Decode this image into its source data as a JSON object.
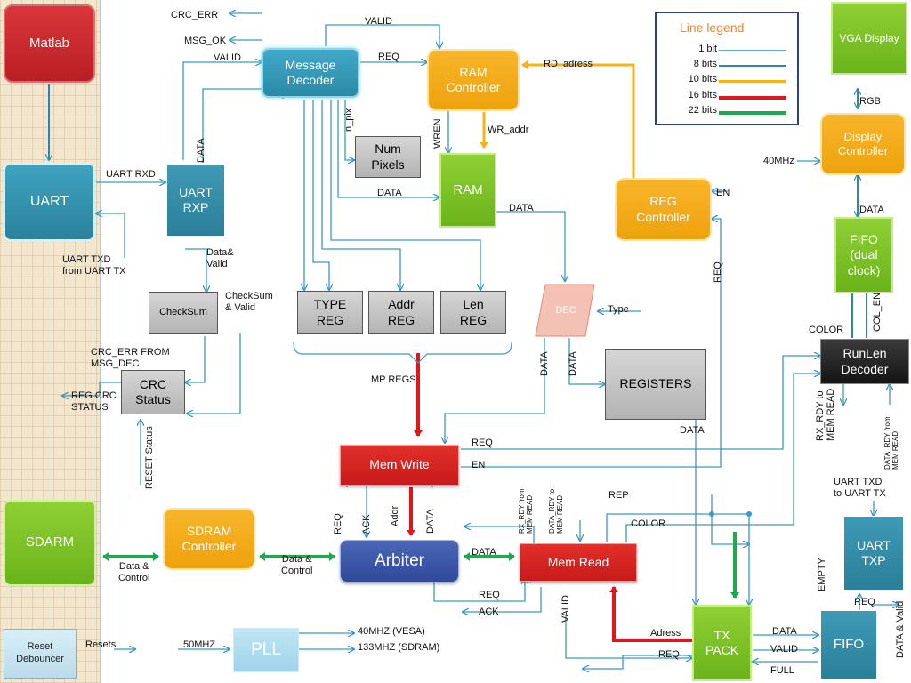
{
  "legend": {
    "title": "Line legend",
    "rows": [
      {
        "label": "1 bit",
        "color": "#5ab0c8",
        "width": 1
      },
      {
        "label": "8 bits",
        "color": "#2e86b0",
        "width": 2
      },
      {
        "label": "10 bits",
        "color": "#f5b21a",
        "width": 3
      },
      {
        "label": "16 bits",
        "color": "#e0161b",
        "width": 4
      },
      {
        "label": "22 bits",
        "color": "#1fa84f",
        "width": 4
      }
    ]
  },
  "blocks": {
    "matlab": "Matlab",
    "uart": "UART",
    "uart_rxp": "UART\nRXP",
    "message_decoder": "Message\nDecoder",
    "ram_controller": "RAM\nController",
    "num_pixels": "Num\nPixels",
    "ram": "RAM",
    "reg_controller": "REG\nController",
    "vga_display": "VGA Display",
    "display_controller": "Display\nController",
    "fifo_dual": "FIFO\n(dual\nclock)",
    "checksum": "CheckSum",
    "type_reg": "TYPE\nREG",
    "addr_reg": "Addr\nREG",
    "len_reg": "Len\nREG",
    "dec": "DEC",
    "registers": "REGISTERS",
    "runlen_decoder": "RunLen\nDecoder",
    "crc_status": "CRC\nStatus",
    "mem_write": "Mem Write",
    "sdarm": "SDARM",
    "sdram_controller": "SDRAM\nController",
    "arbiter": "Arbiter",
    "mem_read": "Mem Read",
    "uart_txp": "UART\nTXP",
    "tx_pack": "TX\nPACK",
    "fifo": "FIFO",
    "reset_debouncer": "Reset\nDebouncer",
    "pll": "PLL"
  },
  "labels": {
    "crc_err": "CRC_ERR",
    "msg_ok": "MSG_OK",
    "valid_top": "VALID",
    "valid_left": "VALID",
    "req_md": "REQ",
    "rd_adress": "RD_adress",
    "uart_rxd": "UART RXD",
    "data_rxp": "DATA",
    "n_pix": "n_pix",
    "wren": "WREN",
    "wr_addr": "WR_addr",
    "data_ram_in": "DATA",
    "data_ram_out": "DATA",
    "en_reg": "EN",
    "req_reg": "REQ",
    "rgb": "RGB",
    "mhz40": "40MHz",
    "data_fifo_top": "DATA",
    "uart_txd_from": "UART TXD\nfrom UART TX",
    "data_valid": "Data&\nValid",
    "checksum_valid": "CheckSum\n& Valid",
    "type_in": "Type",
    "color_rl": "COLOR",
    "col_en": "COL_EN",
    "crc_err_from": "CRC_ERR FROM\nMSG_DEC",
    "reg_crc": "REG CRC\nSTATUS",
    "mp_regs": "MP REGS",
    "data_dec1": "DATA",
    "data_dec2": "DATA",
    "rx_rdy": "RX_RDY to\nMEM READ",
    "data_rdy": "DATA_RDY from\nMEM READ",
    "reset_status": "RESET Status",
    "req_mw": "REQ",
    "en_mw": "EN",
    "data_reg": "DATA",
    "uart_txd_to": "UART TXD\nto UART TX",
    "rep": "REP",
    "color_mr": "COLOR",
    "rx_rdy_from": "RX_RDY from\nMEM READ",
    "data_rdy_to": "DATA_RDY to\nMEM READ",
    "req_arb": "REQ",
    "ack_arb": "ACK",
    "addr_arb": "Addr",
    "data_arb": "DATA",
    "data_control_1": "Data &\nControl",
    "data_control_2": "Data &\nControl",
    "data_arb_mr": "DATA",
    "req_mr": "REQ",
    "ack_mr": "ACK",
    "valid_mr": "VALID",
    "empty": "EMPTY",
    "req_txp": "REQ",
    "adress": "Adress",
    "req_tx": "REQ",
    "data_tx": "DATA",
    "valid_tx": "VALID",
    "full": "FULL",
    "data_valid_txp": "DATA & Valid",
    "resets": "Resets",
    "mhz50": "50MHZ",
    "vesa": "40MHZ (VESA)",
    "sdram_clk": "133MHZ (SDRAM)"
  }
}
